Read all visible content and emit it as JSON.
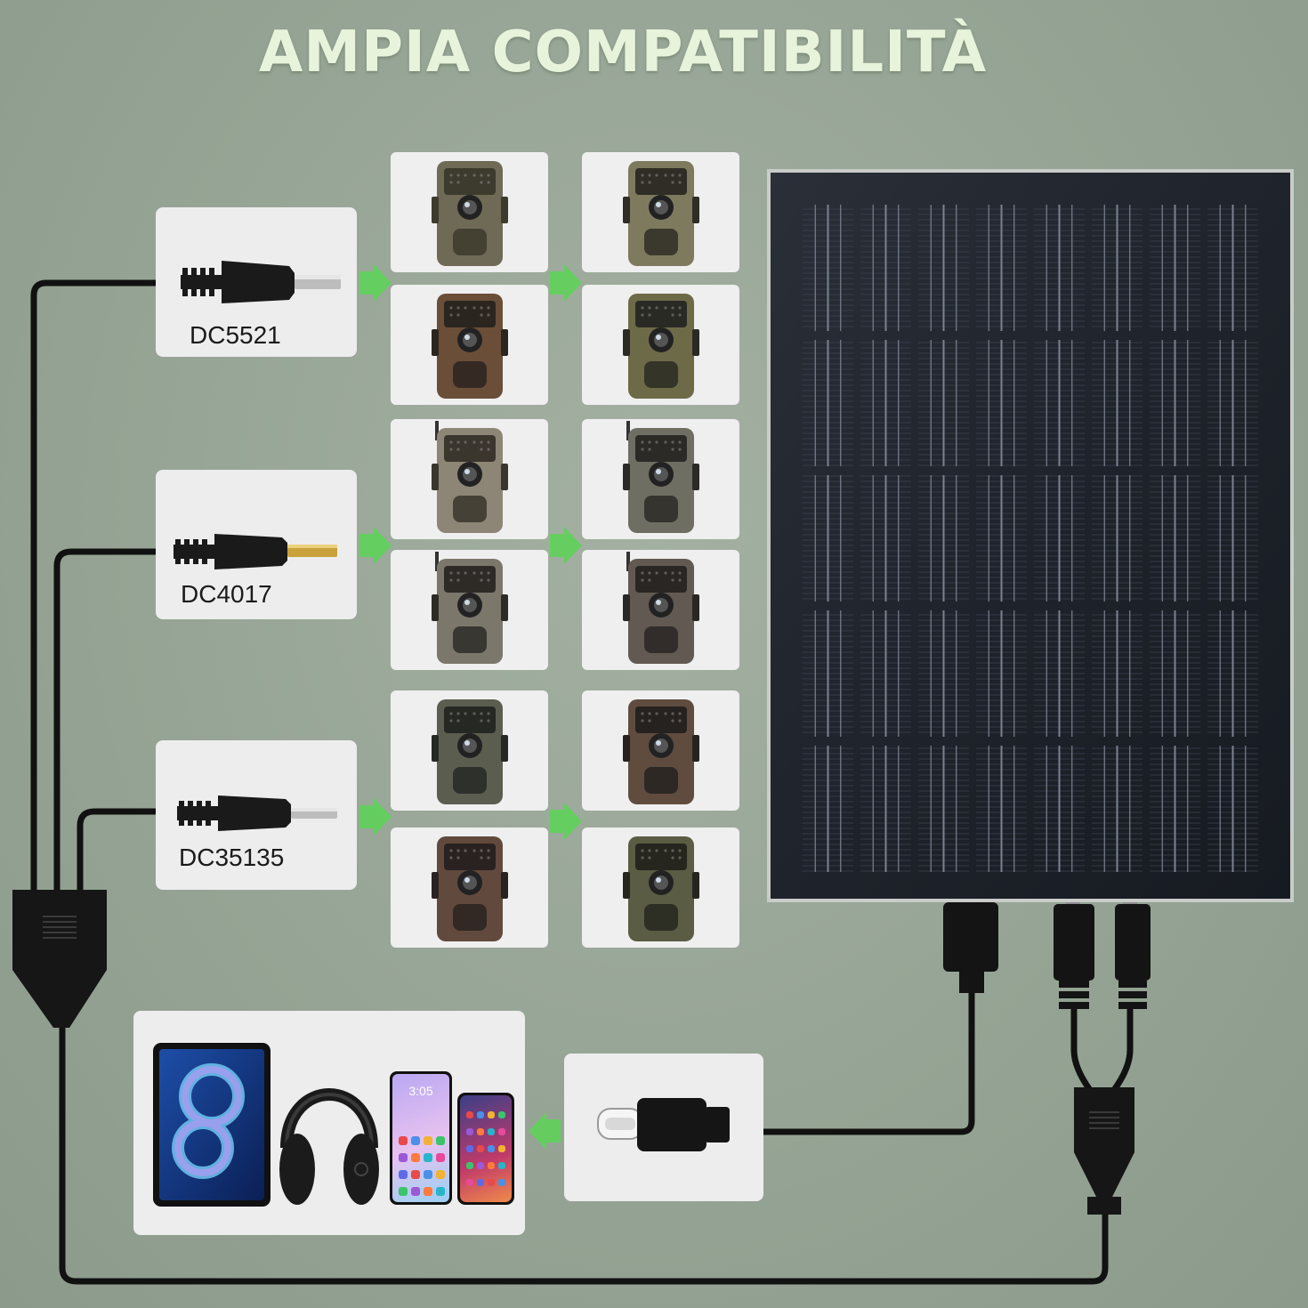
{
  "title": "AMPIA COMPATIBILITÀ",
  "connectors": [
    {
      "label": "DC5521"
    },
    {
      "label": "DC4017"
    },
    {
      "label": "DC35135"
    }
  ],
  "cameras": [
    {
      "name": "trail-camera-1",
      "body": "#6f6a55",
      "accent": "#3d3a2e"
    },
    {
      "name": "trail-camera-2",
      "body": "#7d7a5e",
      "accent": "#2f2d25"
    },
    {
      "name": "trail-camera-3",
      "body": "#6b4e38",
      "accent": "#2b2520"
    },
    {
      "name": "trail-camera-4",
      "body": "#6d6a48",
      "accent": "#2a2a24"
    },
    {
      "name": "trail-camera-5",
      "body": "#8d8676",
      "accent": "#3a352d"
    },
    {
      "name": "trail-camera-6",
      "body": "#6f6e62",
      "accent": "#2b2a26"
    },
    {
      "name": "trail-camera-7",
      "body": "#7c776b",
      "accent": "#2e2b27"
    },
    {
      "name": "trail-camera-8",
      "body": "#625a52",
      "accent": "#2a2623"
    },
    {
      "name": "trail-camera-9",
      "body": "#5b5e4f",
      "accent": "#262824"
    },
    {
      "name": "trail-camera-10",
      "body": "#5f4c3f",
      "accent": "#262220"
    },
    {
      "name": "trail-camera-11",
      "body": "#614a3d",
      "accent": "#2a2220"
    },
    {
      "name": "trail-camera-12",
      "body": "#5a5c43",
      "accent": "#26261f"
    }
  ],
  "devices": {
    "phone_time": "3:05"
  },
  "colors": {
    "arrow": "#5fd15a",
    "cable": "#111111",
    "panel": "#1f232b",
    "card": "#ededed"
  }
}
